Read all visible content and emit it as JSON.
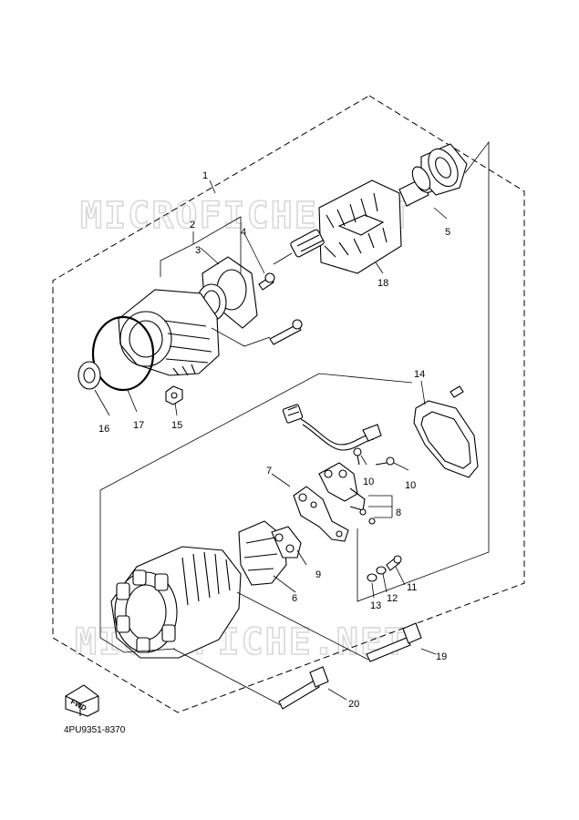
{
  "watermark": {
    "top": "MICROFICHE.NET",
    "bottom": "MICROFICHE.NET"
  },
  "callouts": {
    "c1": "1",
    "c2": "2",
    "c3": "3",
    "c4": "4",
    "c5": "5",
    "c6": "6",
    "c7": "7",
    "c8": "8",
    "c9": "9",
    "c10a": "10",
    "c10b": "10",
    "c11": "11",
    "c12": "12",
    "c13": "13",
    "c14": "14",
    "c15": "15",
    "c16": "16",
    "c17": "17",
    "c18": "18",
    "c19": "19",
    "c20": "20"
  },
  "fwd_label": "FWD",
  "diagram_code": "4PU9351-8370"
}
